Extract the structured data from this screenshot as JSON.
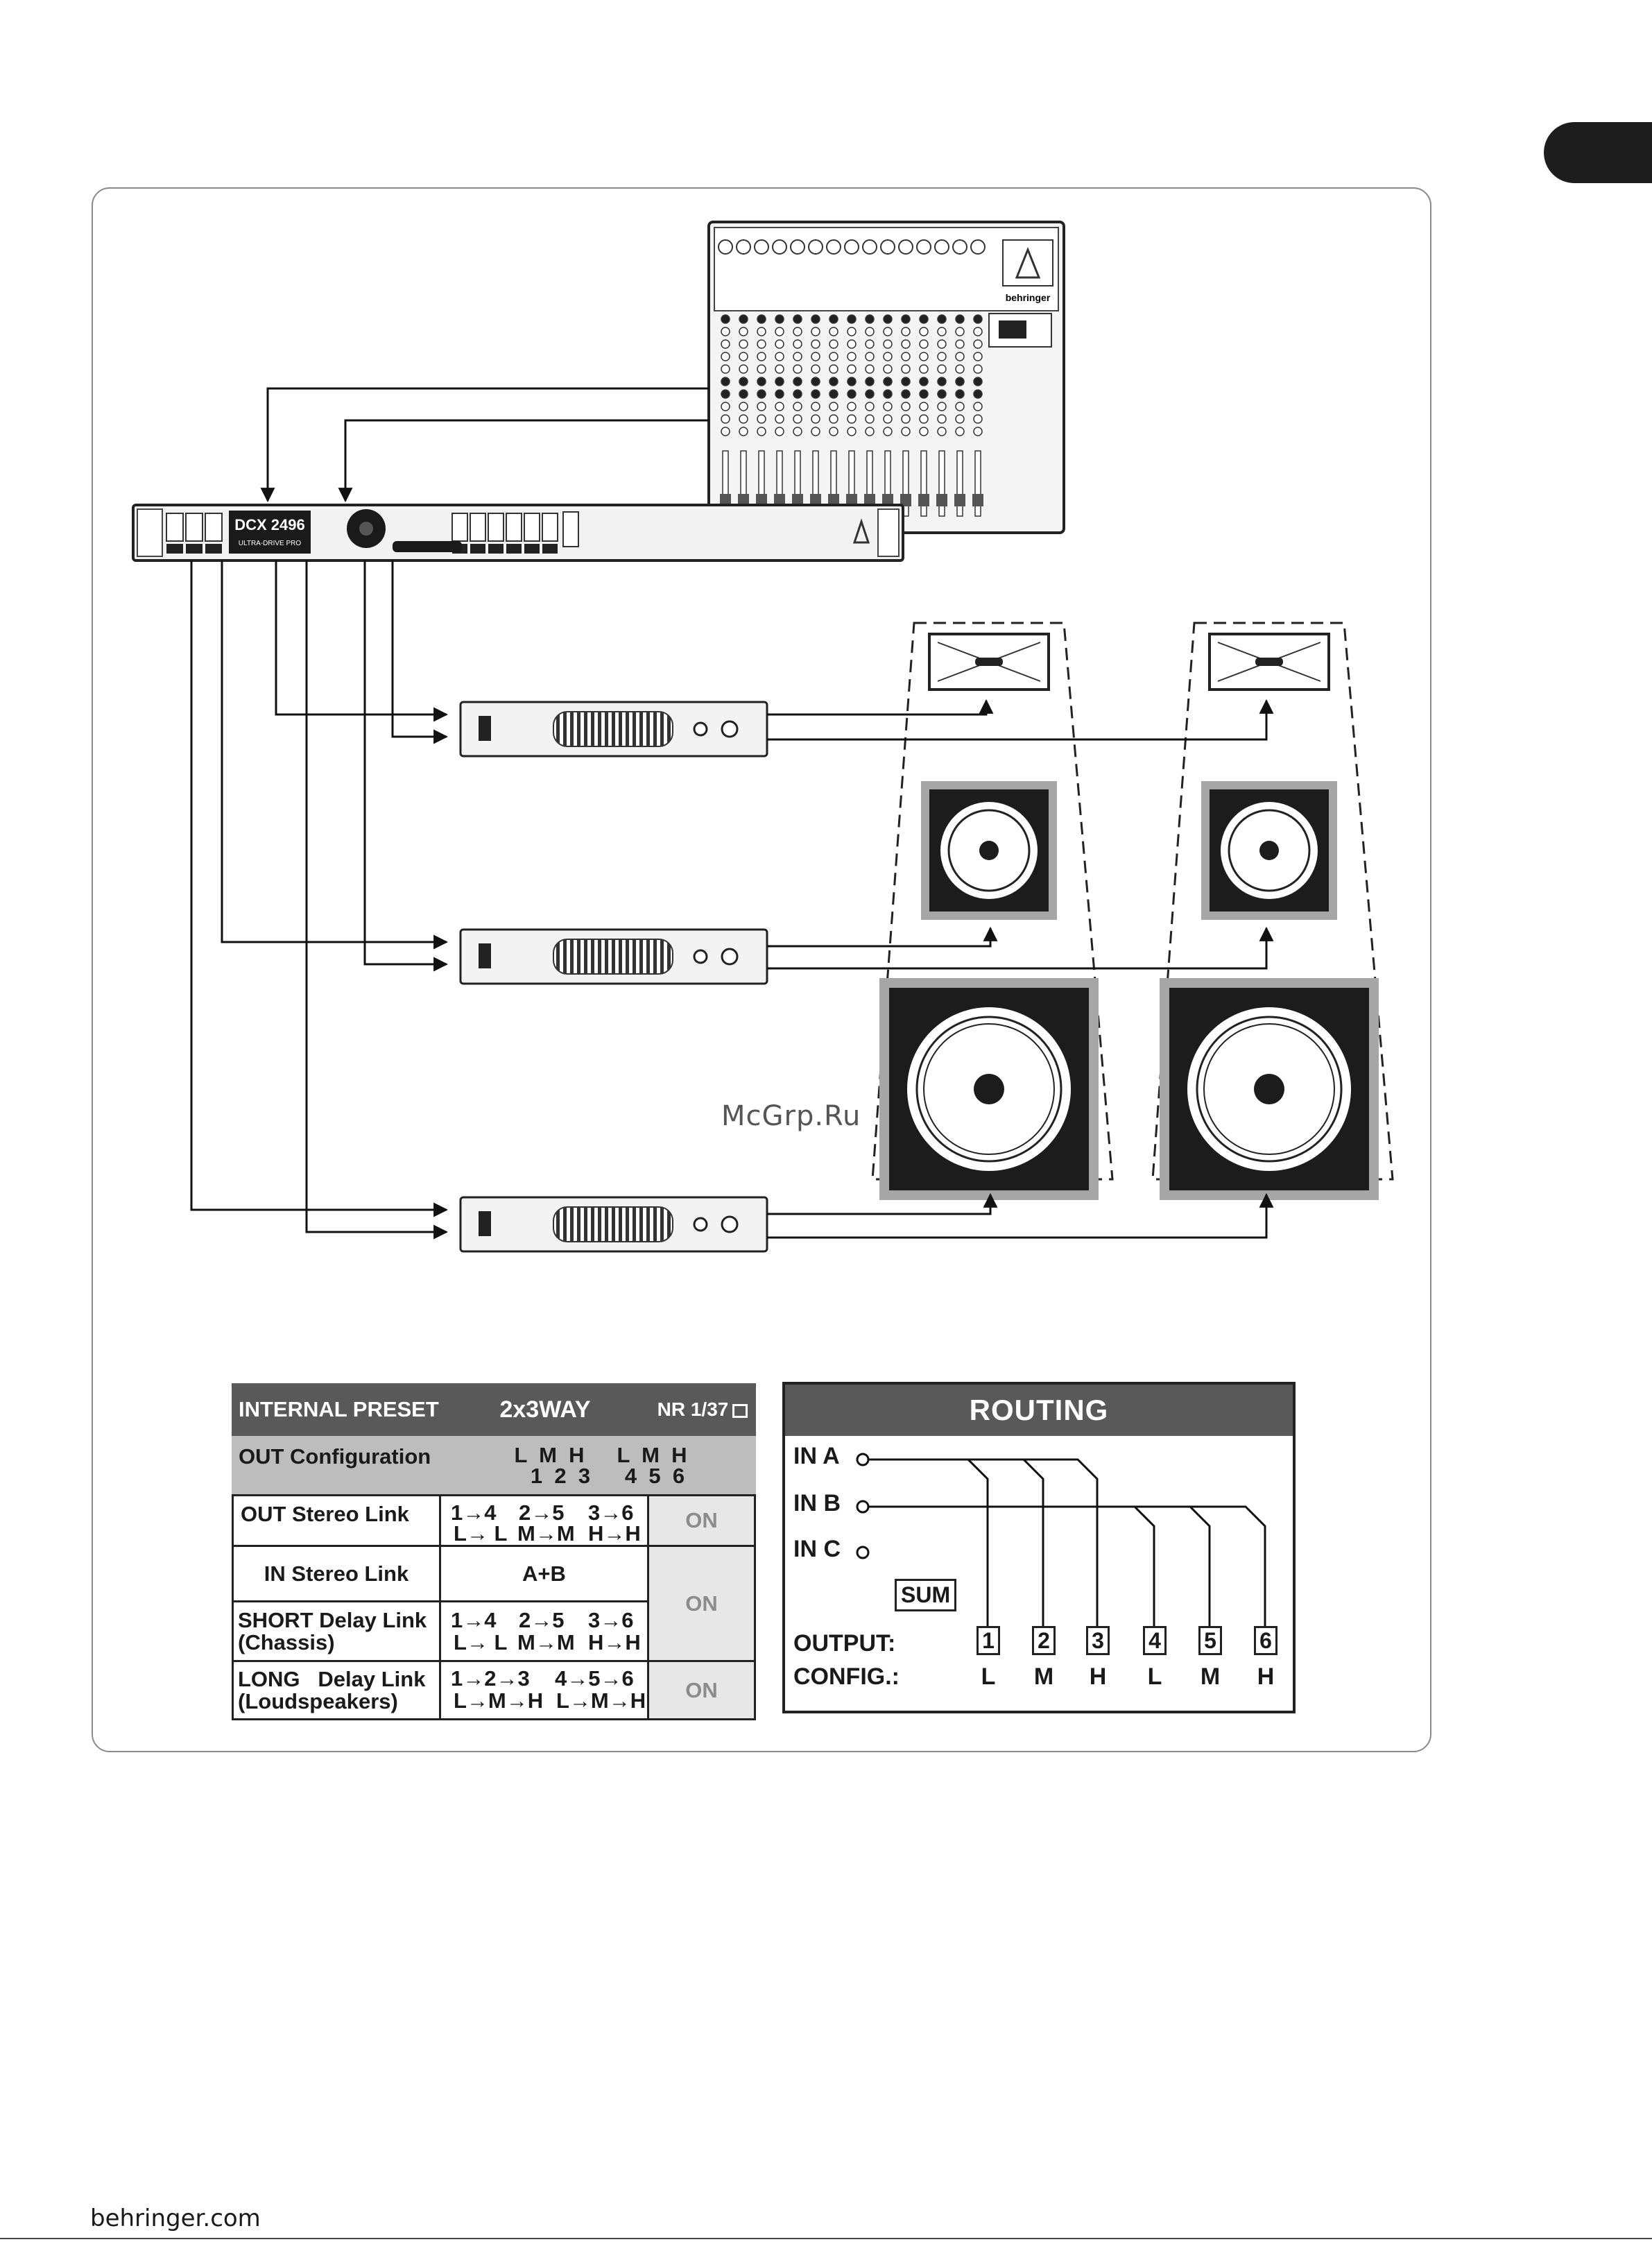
{
  "preset_table": {
    "internal_preset_label": "INTERNAL PRESET",
    "preset_name": "2x3WAY",
    "preset_number": "NR 1/37",
    "out_config": {
      "label": "OUT Configuration",
      "letters_a": "L  M  H",
      "numbers_a": "1  2  3",
      "letters_b": "L  M  H",
      "numbers_b": "4  5  6"
    },
    "out_stereo_link": {
      "label": "OUT Stereo Link",
      "pairs": [
        "1→4",
        "2→5",
        "3→6"
      ],
      "bands": [
        "L→ L",
        "M→M",
        "H→H"
      ],
      "state": "ON"
    },
    "in_stereo_link": {
      "label": "IN Stereo Link",
      "value": "A+B"
    },
    "short_delay": {
      "label_line1": "SHORT Delay Link",
      "label_line2": "(Chassis)",
      "pairs": [
        "1→4",
        "2→5",
        "3→6"
      ],
      "bands": [
        "L→ L",
        "M→M",
        "H→H"
      ],
      "state": "ON"
    },
    "long_delay": {
      "label_line1": "LONG   Delay Link",
      "label_line2": "(Loudspeakers)",
      "chain_a": "1→2→3",
      "chain_b": "4→5→6",
      "bands_a": "L→M→H",
      "bands_b": "L→M→H",
      "state": "ON"
    }
  },
  "routing": {
    "title": "ROUTING",
    "inputs": [
      "IN A",
      "IN B",
      "IN C"
    ],
    "sum_label": "SUM",
    "output_label": "OUTPUT:",
    "config_label": "CONFIG.:",
    "outputs": [
      "1",
      "2",
      "3",
      "4",
      "5",
      "6"
    ],
    "configs": [
      "L",
      "M",
      "H",
      "L",
      "M",
      "H"
    ]
  },
  "devices": {
    "mixer_brand": "behringer",
    "crossover_model": "DCX 2496",
    "crossover_subtitle": "ULTRA-DRIVE PRO"
  },
  "watermark": "McGrp.Ru",
  "footer": "behringer.com",
  "colors": {
    "table_dark": "#595959",
    "table_grey": "#bdbdbd",
    "table_light": "#e7e7e7",
    "speaker_frame": "#a6a6a6",
    "speaker_body": "#1c1c1c"
  }
}
